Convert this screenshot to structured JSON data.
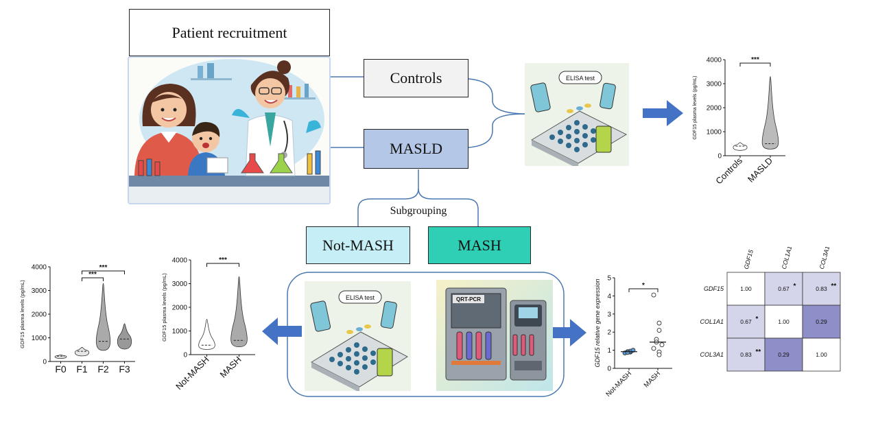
{
  "boxes": {
    "patient_recruitment": "Patient recruitment",
    "controls": "Controls",
    "masld": "MASLD",
    "subgrouping": "Subgrouping",
    "not_mash": "Not-MASH",
    "mash": "MASH"
  },
  "illustrations": {
    "elisa_label": "ELISA test",
    "qrt_pcr_label": "QRT-PCR"
  },
  "colors": {
    "controls_box": "#f2f2f2",
    "masld_box": "#b4c7e7",
    "not_mash_box": "#c5eef6",
    "mash_box": "#2ecfb5",
    "arrow_blue": "#4472c4",
    "connector_blue": "#4a78b0",
    "heatmap_dark": "#8e8ec8",
    "heatmap_light": "#d4d4ea"
  },
  "chart_data": [
    {
      "type": "violin",
      "id": "controls-vs-masld",
      "ylabel": "GDF15 plasma levels (pg/mL)",
      "categories": [
        "Controls",
        "MASLD"
      ],
      "ylim": [
        0,
        4000
      ],
      "yticks": [
        "0",
        "1000",
        "2000",
        "3000",
        "4000"
      ],
      "medians": [
        400,
        500
      ],
      "maxima": [
        550,
        3300
      ],
      "significance": [
        {
          "from": "Controls",
          "to": "MASLD",
          "label": "***"
        }
      ]
    },
    {
      "type": "violin",
      "id": "fibrosis-stages",
      "ylabel": "GDF15 plasma levels (pg/mL)",
      "categories": [
        "F0",
        "F1",
        "F2",
        "F3"
      ],
      "ylim": [
        0,
        4000
      ],
      "yticks": [
        "0",
        "1000",
        "2000",
        "3000",
        "4000"
      ],
      "medians": [
        230,
        430,
        850,
        950
      ],
      "maxima": [
        280,
        600,
        3300,
        1600
      ],
      "significance": [
        {
          "from": "F1",
          "to": "F2",
          "label": "***"
        },
        {
          "from": "F1",
          "to": "F3",
          "label": "***"
        }
      ]
    },
    {
      "type": "violin",
      "id": "not-mash-vs-mash",
      "ylabel": "GDF15 plasma levels (pg/mL)",
      "categories": [
        "Not-MASH",
        "MASH"
      ],
      "ylim": [
        0,
        4000
      ],
      "yticks": [
        "0",
        "1000",
        "2000",
        "3000",
        "4000"
      ],
      "medians": [
        400,
        600
      ],
      "maxima": [
        1500,
        3300
      ],
      "significance": [
        {
          "from": "Not-MASH",
          "to": "MASH",
          "label": "***"
        }
      ]
    },
    {
      "type": "scatter",
      "id": "gdf15-expression",
      "ylabel": "GDF15 relative gene expression",
      "categories": [
        "Not-MASH",
        "MASH"
      ],
      "ylim": [
        0,
        5
      ],
      "yticks": [
        "0",
        "1",
        "2",
        "3",
        "4",
        "5"
      ],
      "points": [
        [
          0.85,
          0.9,
          0.95,
          0.92,
          0.88,
          1.0
        ],
        [
          4.05,
          2.5,
          2.1,
          1.6,
          1.45,
          1.3,
          1.1,
          0.9,
          0.75
        ]
      ],
      "means": [
        0.92,
        1.45
      ],
      "significance": [
        {
          "from": "Not-MASH",
          "to": "MASH",
          "label": "*"
        }
      ]
    },
    {
      "type": "heatmap",
      "id": "correlation-matrix",
      "labels": [
        "GDF15",
        "COL1A1",
        "COL3A1"
      ],
      "values": [
        [
          "1.00",
          "0.67",
          "0.83"
        ],
        [
          "0.67",
          "1.00",
          "0.29"
        ],
        [
          "0.83",
          "0.29",
          "1.00"
        ]
      ],
      "stars": [
        [
          "",
          "*",
          "**"
        ],
        [
          "*",
          "",
          ""
        ],
        [
          "**",
          "",
          ""
        ]
      ],
      "shades": [
        [
          "none",
          "light",
          "light"
        ],
        [
          "light",
          "none",
          "dark"
        ],
        [
          "light",
          "dark",
          "none"
        ]
      ]
    }
  ]
}
